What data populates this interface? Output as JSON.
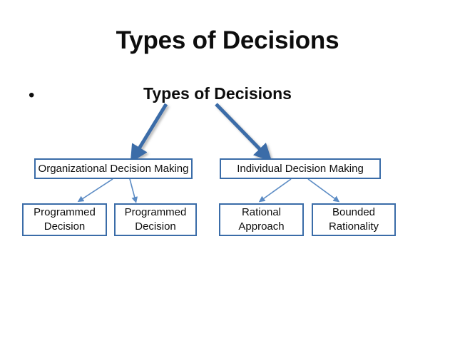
{
  "slide": {
    "title": "Types of Decisions",
    "bullet_glyph": "•",
    "subtitle": "Types of Decisions",
    "background_color": "#ffffff",
    "text_color": "#0d0d0d"
  },
  "diagram": {
    "box_border_color": "#3a6ca8",
    "thick_arrow_color": "#3a6ca8",
    "thin_arrow_color": "#5b8bc4",
    "root_label": "Types of Decisions",
    "level1": [
      {
        "id": "organizational",
        "label": "Organizational Decision Making"
      },
      {
        "id": "individual",
        "label": "Individual Decision Making"
      }
    ],
    "level2": [
      {
        "id": "programmed-1",
        "parent": "organizational",
        "label": "Programmed\nDecision"
      },
      {
        "id": "programmed-2",
        "parent": "organizational",
        "label": "Programmed\nDecision"
      },
      {
        "id": "rational-approach",
        "parent": "individual",
        "label": "Rational\nApproach"
      },
      {
        "id": "bounded-rationality",
        "parent": "individual",
        "label": "Bounded\nRationality"
      }
    ],
    "connectors": [
      {
        "from": "root",
        "to": "organizational",
        "style": "thick"
      },
      {
        "from": "root",
        "to": "individual",
        "style": "thick"
      },
      {
        "from": "organizational",
        "to": "programmed-1",
        "style": "thin"
      },
      {
        "from": "organizational",
        "to": "programmed-2",
        "style": "thin"
      },
      {
        "from": "individual",
        "to": "rational-approach",
        "style": "thin"
      },
      {
        "from": "individual",
        "to": "bounded-rationality",
        "style": "thin"
      }
    ]
  }
}
